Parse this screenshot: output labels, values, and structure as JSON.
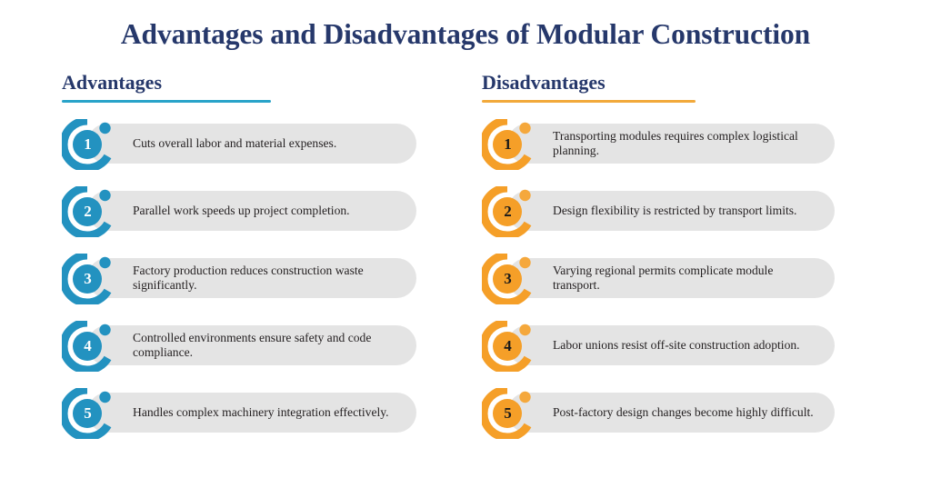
{
  "title": "Advantages and Disadvantages of Modular Construction",
  "colors": {
    "title_navy": "#26386b",
    "advantages_accent": "#29a3c9",
    "disadvantages_accent": "#f2a93b",
    "pill_background": "#e4e4e4",
    "body_text": "#231f20",
    "page_background": "#ffffff"
  },
  "columns": [
    {
      "heading": "Advantages",
      "accent": "#29a3c9",
      "items": [
        {
          "number": "1",
          "text": "Cuts overall labor and material expenses."
        },
        {
          "number": "2",
          "text": "Parallel work speeds up project completion."
        },
        {
          "number": "3",
          "text": "Factory production reduces construction waste significantly."
        },
        {
          "number": "4",
          "text": "Controlled environments ensure safety and code compliance."
        },
        {
          "number": "5",
          "text": "Handles complex machinery integration effectively."
        }
      ]
    },
    {
      "heading": "Disadvantages",
      "accent": "#f2a93b",
      "items": [
        {
          "number": "1",
          "text": "Transporting modules requires complex logistical planning."
        },
        {
          "number": "2",
          "text": "Design flexibility is restricted by transport limits."
        },
        {
          "number": "3",
          "text": "Varying regional permits complicate module transport."
        },
        {
          "number": "4",
          "text": "Labor unions resist off-site construction adoption."
        },
        {
          "number": "5",
          "text": "Post-factory design changes become highly difficult."
        }
      ]
    }
  ]
}
